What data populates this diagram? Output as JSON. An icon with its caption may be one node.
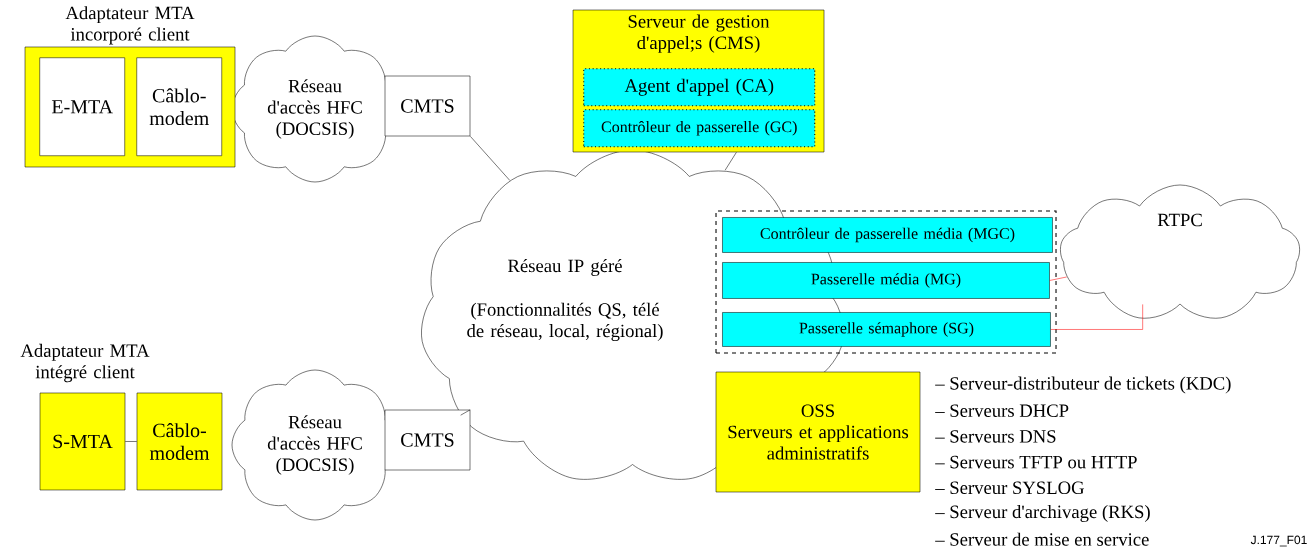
{
  "diagram": {
    "nodes": [
      {
        "text": [
          "Adaptateur MTA incorporé client"
        ]
      },
      {
        "text": [
          "E-MTA"
        ],
        "in": 0
      },
      {
        "text": [
          "Câblo-modem"
        ],
        "in": 0
      },
      {
        "text": [
          "Réseau d'accès HFC (DOCSIS)"
        ]
      },
      {
        "text": [
          "CMTS"
        ]
      },
      {
        "text": [
          "Réseau IP géré",
          "(Fonctionnalités QS, télé de réseau, local, régional)"
        ]
      },
      {
        "text": [
          "Serveur de gestion d'appel;s (CMS)"
        ]
      },
      {
        "text": [
          "Agent d'appel (CA)"
        ],
        "in": 6
      },
      {
        "text": [
          "Contrôleur de passerelle (GC)"
        ],
        "in": 6
      },
      {
        "text": [],
        "shape": "box"
      },
      {
        "text": [
          "Contrôleur de passerelle média (MGC)"
        ],
        "in": 9
      },
      {
        "text": [
          "Passerelle média (MG)"
        ],
        "in": 9
      },
      {
        "text": [
          "Passerelle sémaphore (SG)"
        ],
        "in": 9
      },
      {
        "text": [
          "RTPC"
        ]
      },
      {
        "text": [
          "S-MTA"
        ]
      },
      {
        "text": [
          "Câblo-modem"
        ]
      },
      {
        "text": [
          "Réseau d'accès HFC (DOCSIS)"
        ]
      },
      {
        "text": [
          "CMTS"
        ]
      },
      {
        "text": [
          "OSS",
          "Serveurs et applications administratifs"
        ]
      }
    ],
    "edges": [
      {
        "from": 4,
        "to": 5,
        "arrow": "none"
      },
      {
        "from": 6,
        "to": 5,
        "arrow": "none"
      },
      {
        "from": 11,
        "to": 13,
        "arrow": "none",
        "color": "#ff0000"
      },
      {
        "from": 12,
        "to": 13,
        "arrow": "none",
        "color": "#ff0000"
      },
      {
        "from": 14,
        "to": 15,
        "arrow": "none"
      },
      {
        "from": 17,
        "to": 5,
        "arrow": "none"
      }
    ],
    "labels": [
      "Adaptateur MTA intégré client",
      "– Serveur-distributeur de tickets (KDC)",
      "– Serveurs DHCP",
      "– Serveurs DNS",
      "– Serveurs TFTP ou HTTP",
      "– Serveur SYSLOG",
      "– Serveur d'archivage (RKS)",
      "– Serveur de mise en service",
      "J.177_F01"
    ]
  }
}
